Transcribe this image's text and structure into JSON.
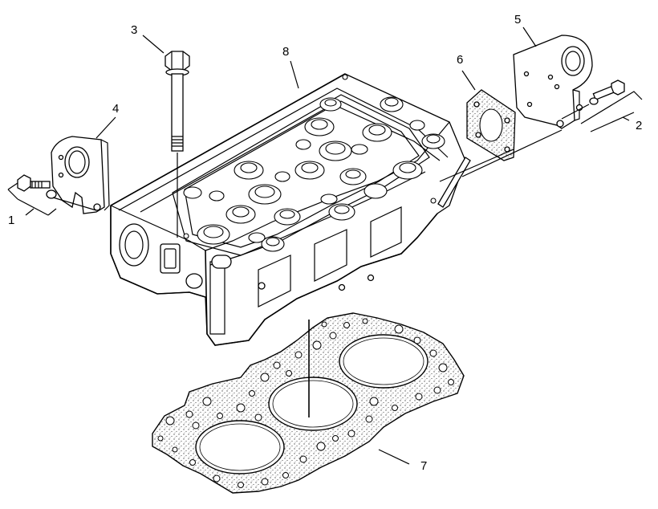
{
  "callouts": [
    {
      "id": "1",
      "label": "1"
    },
    {
      "id": "2",
      "label": "2"
    },
    {
      "id": "3",
      "label": "3"
    },
    {
      "id": "4",
      "label": "4"
    },
    {
      "id": "5",
      "label": "5"
    },
    {
      "id": "6",
      "label": "6"
    },
    {
      "id": "7",
      "label": "7"
    },
    {
      "id": "8",
      "label": "8"
    }
  ],
  "colors": {
    "line": "#000000",
    "background": "#ffffff",
    "gasket_stipple": "#555555"
  }
}
